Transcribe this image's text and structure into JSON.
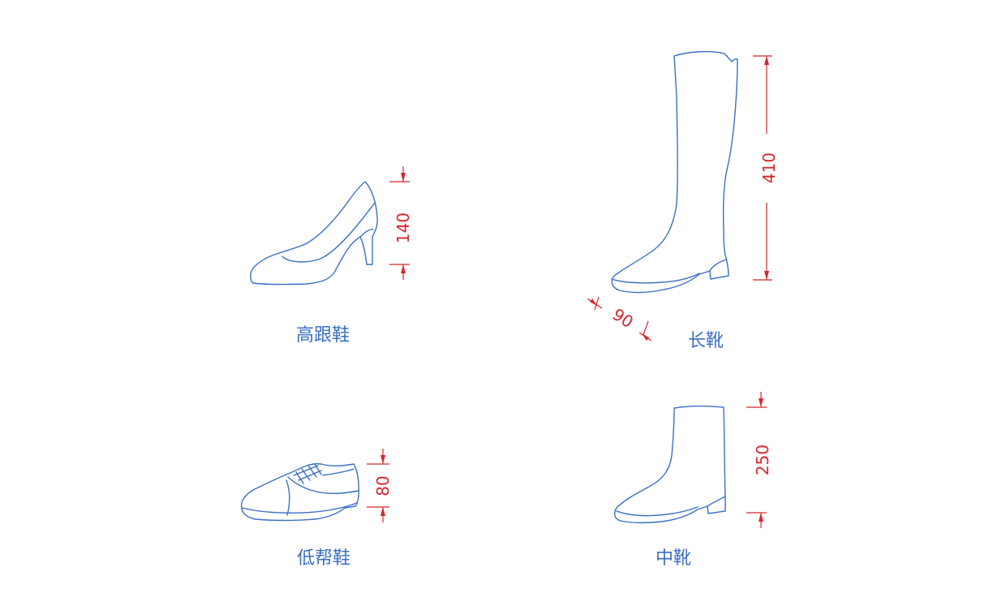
{
  "items": {
    "high_heel": {
      "label": "高跟鞋",
      "dimension": "140"
    },
    "long_boot": {
      "label": "长靴",
      "dimension_height": "410",
      "dimension_width": "90"
    },
    "low_shoe": {
      "label": "低帮鞋",
      "dimension": "80"
    },
    "mid_boot": {
      "label": "中靴",
      "dimension": "250"
    }
  },
  "colors": {
    "outline": "#3a6fc4",
    "dimension": "#d8262c",
    "caption": "#3a6fc4",
    "background": "#ffffff"
  }
}
